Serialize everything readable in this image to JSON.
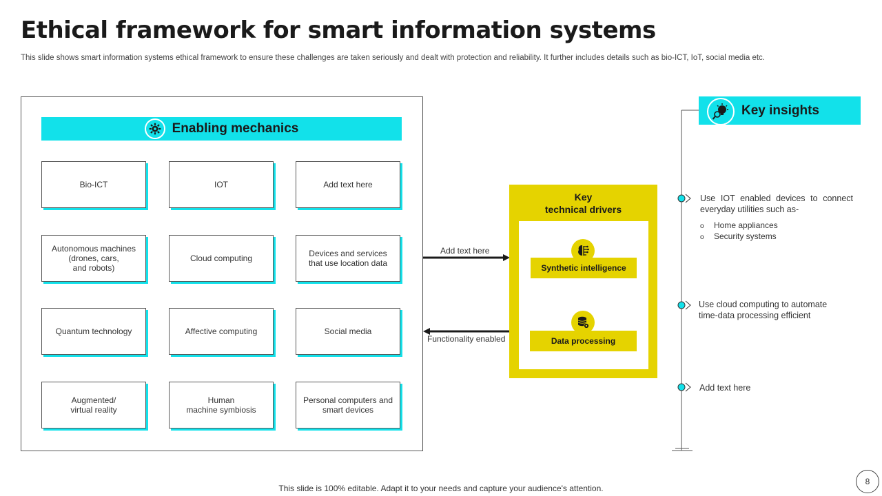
{
  "title": "Ethical framework for smart information systems",
  "subtitle": "This slide shows smart information systems ethical framework to ensure these challenges are taken seriously and dealt with protection and reliability. It further includes details such as bio-ICT, IoT, social media etc.",
  "enabling": {
    "label": "Enabling mechanics",
    "icon": "gear-icon",
    "items": [
      "Bio-ICT",
      "IOT",
      "Add text here",
      "Autonomous machines\n(drones, cars,\nand robots)",
      "Cloud computing",
      "Devices and services\nthat use location data",
      "Quantum technology",
      "Affective  computing",
      "Social media",
      "Augmented/\nvirtual reality",
      "Human\nmachine symbiosis",
      "Personal computers and\nsmart devices"
    ]
  },
  "arrows": {
    "right_label": "Add text here",
    "left_label": "Functionality enabled"
  },
  "drivers": {
    "title": "Key\ntechnical drivers",
    "items": [
      {
        "label": "Synthetic intelligence",
        "icon": "brain-circuit-icon"
      },
      {
        "label": "Data processing",
        "icon": "database-gear-icon"
      }
    ]
  },
  "insights": {
    "label": "Key insights",
    "icon": "lightbulb-search-icon",
    "item1": "Use IOT enabled devices to connect everyday utilities such as-",
    "item1_sub": [
      "Home appliances",
      "Security systems"
    ],
    "item2": "Use cloud computing to automate time-data processing efficient",
    "item3": "Add text here"
  },
  "footer": "This slide is 100% editable. Adapt it to your needs and capture your audience's attention.",
  "page_number": "8",
  "colors": {
    "cyan": "#12e1ea",
    "yellow": "#e5d300"
  }
}
